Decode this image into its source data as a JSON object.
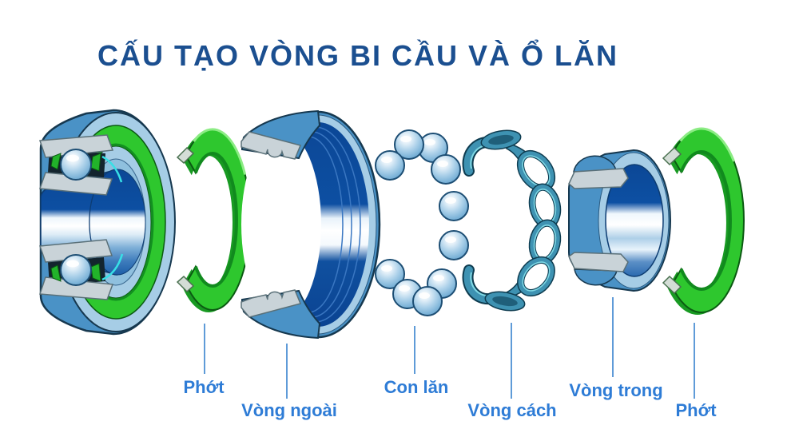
{
  "title": "CẤU TẠO VÒNG BI CẦU VÀ Ổ LĂN",
  "labels": [
    {
      "part": "seal-left",
      "text": "Phớt"
    },
    {
      "part": "outer-ring",
      "text": "Vòng ngoài"
    },
    {
      "part": "rollers",
      "text": "Con lăn"
    },
    {
      "part": "cage",
      "text": "Vòng cách"
    },
    {
      "part": "inner-ring",
      "text": "Vòng trong"
    },
    {
      "part": "seal-right",
      "text": "Phớt"
    }
  ],
  "colors": {
    "title_text": "#1b4f90",
    "label_text": "#2e7cd6",
    "leader_line": "#5f9bd8",
    "body_blue": "#4a92c6",
    "rim_light_blue": "#a6cde6",
    "bore_navy": "#0c4a97",
    "seal_green": "#2ec72e",
    "cage_teal": "#3e92b2",
    "steel_gray": "#c9d3d8",
    "ball_blue": "#aed2ea"
  }
}
